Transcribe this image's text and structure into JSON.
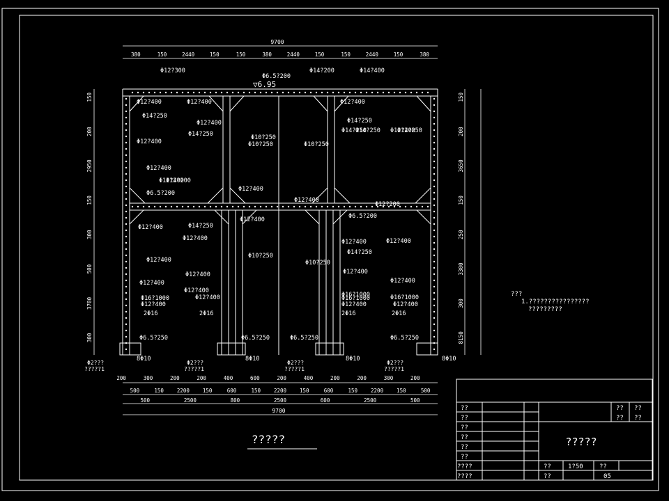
{
  "colors": {
    "background": "#000000",
    "lines": "#ffffff",
    "rebar": "#ffffff"
  },
  "dims": {
    "top_total": "9700",
    "top_segments": [
      "380",
      "150",
      "2440",
      "150",
      "150",
      "380",
      "2440",
      "150",
      "150",
      "2440",
      "150",
      "380"
    ],
    "bottom_row1": [
      "200",
      "300",
      "200",
      "200",
      "400",
      "600",
      "200",
      "400",
      "200",
      "200",
      "300",
      "200"
    ],
    "bottom_row2": [
      "500",
      "150",
      "2200",
      "150",
      "600",
      "150",
      "2200",
      "150",
      "600",
      "150",
      "2200",
      "150",
      "500"
    ],
    "bottom_row3": [
      "500",
      "2500",
      "800",
      "2500",
      "600",
      "2500",
      "500"
    ],
    "bottom_total": "9700",
    "left": [
      "150",
      "200",
      "2950",
      "150",
      "300",
      "500",
      "3700",
      "300"
    ],
    "right": [
      "150",
      "200",
      "3650",
      "150",
      "250",
      "3300",
      "300",
      "8150"
    ]
  },
  "elevation": "6.95",
  "rebar_labels": [
    "Φ12?300",
    "Φ6.5?200",
    "Φ14?200",
    "Φ14?400",
    "Φ12?400",
    "Φ12?400",
    "Φ14?250",
    "Φ12?400",
    "Φ14?250",
    "Φ12?400",
    "Φ12?400",
    "Φ12?400",
    "Φ12?200",
    "Φ6.5?200",
    "Φ10?250",
    "Φ12?400",
    "Φ12?400",
    "Φ12?400",
    "Φ14?250",
    "Φ12?400",
    "Φ12?400",
    "Φ12?400",
    "Φ12?400",
    "Φ12?400",
    "Φ14?250",
    "Φ12?400",
    "Φ14?250",
    "Φ12?400",
    "Φ16?1000",
    "Φ12?400",
    "2Φ16",
    "Φ16?1000",
    "Φ12?400",
    "2Φ16",
    "Φ6.5?250",
    "Φ6.5?250",
    "Φ6.5?250",
    "Φ6.5?250",
    "8Φ10",
    "8Φ10",
    "8Φ10",
    "8Φ10",
    "Φ10?250",
    "Φ10?250",
    "Φ12?400",
    "Φ10?250",
    "Φ10?250",
    "Φ14?250",
    "Φ12?250",
    "Φ12?200",
    "Φ6.5?200",
    "Φ12?400",
    "Φ14?250",
    "Φ12?400",
    "Φ12?400",
    "Φ12?400",
    "Φ16?1000",
    "Φ12?400",
    "2Φ16",
    "Φ16?1000",
    "Φ12?400",
    "2Φ16"
  ],
  "foot_labels": [
    "Φ2???",
    "Φ2???",
    "Φ2???",
    "Φ2???"
  ],
  "foot_sub": [
    "?????1",
    "?????1",
    "?????1",
    "?????1"
  ],
  "drawing_title": "?????",
  "notes": {
    "heading": "???",
    "line1": "1.????????????????",
    "line2": "?????????"
  },
  "title_block": {
    "left_cells": [
      "??",
      "??",
      "??",
      "??",
      "??",
      "??",
      "????",
      "????"
    ],
    "top_right": [
      "??",
      "??",
      "??",
      "??"
    ],
    "name": "?????",
    "scale_label": "??",
    "scale": "1?50",
    "sheet_label": "??",
    "drawing_no_label": "??",
    "drawing_no": "05"
  }
}
